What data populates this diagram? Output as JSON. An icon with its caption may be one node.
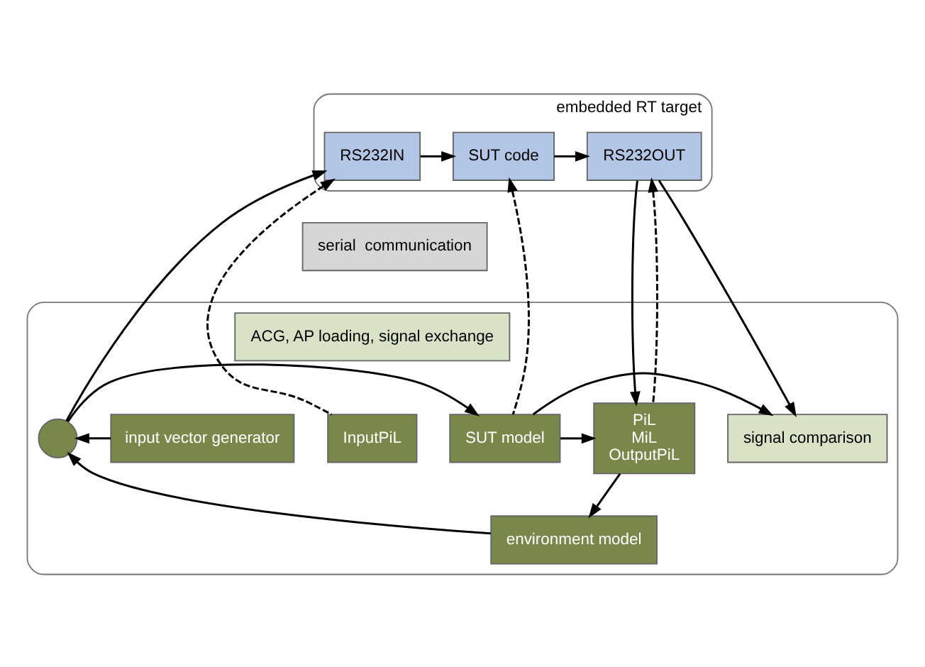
{
  "diagram": {
    "nodes": [
      {
        "text": [
          "embedded RT target"
        ]
      },
      {
        "text": [
          "RS232IN"
        ],
        "in": 0
      },
      {
        "text": [
          "SUT code"
        ],
        "in": 0
      },
      {
        "text": [
          "RS232OUT"
        ],
        "in": 0
      },
      {
        "text": [
          "serial  communication"
        ]
      },
      {
        "text": [],
        "shape": "box"
      },
      {
        "text": [
          "ACG, AP loading, signal exchange"
        ],
        "in": 5
      },
      {
        "text": [
          "input vector generator"
        ],
        "in": 5
      },
      {
        "text": [],
        "shape": "circle",
        "in": 5
      },
      {
        "text": [
          "InputPiL"
        ],
        "in": 5
      },
      {
        "text": [
          "SUT model"
        ],
        "in": 5
      },
      {
        "text": [
          "PiL",
          "MiL",
          "OutputPiL"
        ],
        "in": 5
      },
      {
        "text": [
          "signal comparison"
        ],
        "in": 5
      },
      {
        "text": [
          "environment model"
        ],
        "in": 5
      }
    ],
    "edges": [
      {
        "from": 1,
        "to": 2,
        "arrow": "to"
      },
      {
        "from": 2,
        "to": 3,
        "arrow": "to"
      },
      {
        "from": 8,
        "to": 1,
        "arrow": "to"
      },
      {
        "from": 9,
        "to": 1,
        "arrow": "to",
        "style": "dashed"
      },
      {
        "from": 10,
        "to": 2,
        "arrow": "to",
        "style": "dashed"
      },
      {
        "from": 3,
        "to": 11,
        "arrow": "to"
      },
      {
        "from": 11,
        "to": 3,
        "arrow": "to",
        "style": "dashed"
      },
      {
        "from": 3,
        "to": 12,
        "arrow": "to"
      },
      {
        "from": 7,
        "to": 8,
        "arrow": "to"
      },
      {
        "from": 8,
        "to": 10,
        "arrow": "to"
      },
      {
        "from": 10,
        "to": 11,
        "arrow": "to"
      },
      {
        "from": 10,
        "to": 12,
        "arrow": "to"
      },
      {
        "from": 11,
        "to": 13,
        "arrow": "to"
      },
      {
        "from": 13,
        "to": 8,
        "arrow": "to"
      }
    ]
  }
}
